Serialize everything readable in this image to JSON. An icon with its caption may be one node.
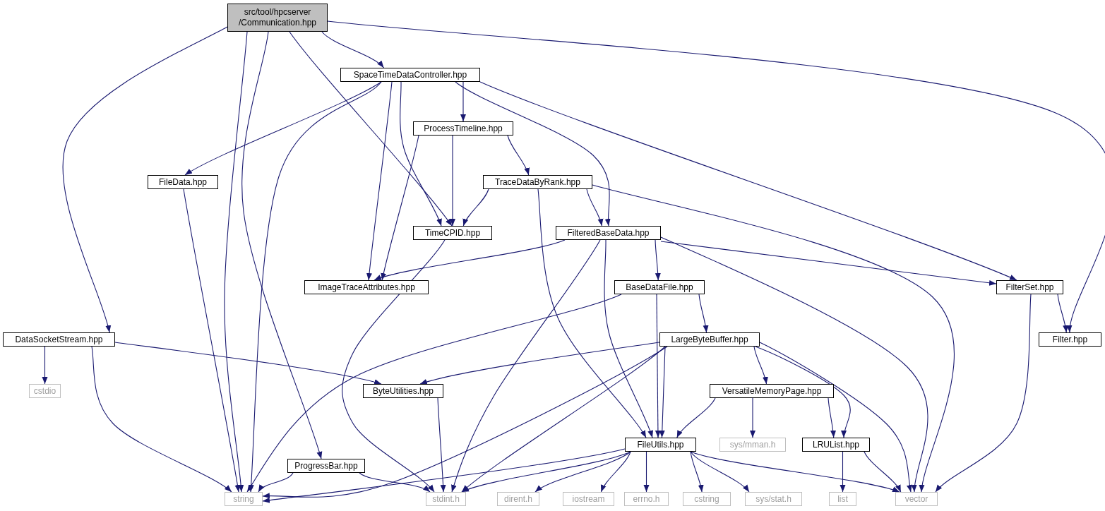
{
  "diagram": {
    "nodes": [
      {
        "text": [
          "src/tool/hpcserver /Communication.hpp"
        ]
      },
      {
        "text": [
          "SpaceTimeDataController.hpp"
        ]
      },
      {
        "text": [
          "DataSocketStream.hpp"
        ]
      },
      {
        "text": [
          "string"
        ]
      },
      {
        "text": [
          "ProgressBar.hpp"
        ]
      },
      {
        "text": [
          "TimeCPID.hpp"
        ]
      },
      {
        "text": [
          "Filter.hpp"
        ]
      },
      {
        "text": [
          "FileData.hpp"
        ]
      },
      {
        "text": [
          "ImageTraceAttributes.hpp"
        ]
      },
      {
        "text": [
          "ProcessTimeline.hpp"
        ]
      },
      {
        "text": [
          "FilteredBaseData.hpp"
        ]
      },
      {
        "text": [
          "FilterSet.hpp"
        ]
      },
      {
        "text": [
          "TraceDataByRank.hpp"
        ]
      },
      {
        "text": [
          "FileUtils.hpp"
        ]
      },
      {
        "text": [
          "BaseDataFile.hpp"
        ]
      },
      {
        "text": [
          "stdint.h"
        ]
      },
      {
        "text": [
          "vector"
        ]
      },
      {
        "text": [
          "LargeByteBuffer.hpp"
        ]
      },
      {
        "text": [
          "cstdio"
        ]
      },
      {
        "text": [
          "ByteUtilities.hpp"
        ]
      },
      {
        "text": [
          "VersatileMemoryPage.hpp"
        ]
      },
      {
        "text": [
          "sys/mman.h"
        ]
      },
      {
        "text": [
          "LRUList.hpp"
        ]
      },
      {
        "text": [
          "dirent.h"
        ]
      },
      {
        "text": [
          "iostream"
        ]
      },
      {
        "text": [
          "errno.h"
        ]
      },
      {
        "text": [
          "cstring"
        ]
      },
      {
        "text": [
          "sys/stat.h"
        ]
      },
      {
        "text": [
          "list"
        ]
      }
    ],
    "edges": [
      {
        "from": 0,
        "to": 1,
        "arrow": "to"
      },
      {
        "from": 0,
        "to": 2,
        "arrow": "to"
      },
      {
        "from": 0,
        "to": 3,
        "arrow": "to"
      },
      {
        "from": 0,
        "to": 4,
        "arrow": "to"
      },
      {
        "from": 0,
        "to": 5,
        "arrow": "to"
      },
      {
        "from": 0,
        "to": 6,
        "arrow": "to"
      },
      {
        "from": 1,
        "to": 7,
        "arrow": "to"
      },
      {
        "from": 1,
        "to": 8,
        "arrow": "to"
      },
      {
        "from": 1,
        "to": 9,
        "arrow": "to"
      },
      {
        "from": 1,
        "to": 5,
        "arrow": "to"
      },
      {
        "from": 1,
        "to": 10,
        "arrow": "to"
      },
      {
        "from": 1,
        "to": 11,
        "arrow": "to"
      },
      {
        "from": 1,
        "to": 3,
        "arrow": "to"
      },
      {
        "from": 9,
        "to": 12,
        "arrow": "to"
      },
      {
        "from": 9,
        "to": 5,
        "arrow": "to"
      },
      {
        "from": 9,
        "to": 8,
        "arrow": "to"
      },
      {
        "from": 12,
        "to": 5,
        "arrow": "to"
      },
      {
        "from": 12,
        "to": 10,
        "arrow": "to"
      },
      {
        "from": 12,
        "to": 13,
        "arrow": "to"
      },
      {
        "from": 12,
        "to": 16,
        "arrow": "to"
      },
      {
        "from": 7,
        "to": 3,
        "arrow": "to"
      },
      {
        "from": 5,
        "to": 15,
        "arrow": "to"
      },
      {
        "from": 10,
        "to": 8,
        "arrow": "to"
      },
      {
        "from": 10,
        "to": 14,
        "arrow": "to"
      },
      {
        "from": 10,
        "to": 13,
        "arrow": "to"
      },
      {
        "from": 10,
        "to": 15,
        "arrow": "to"
      },
      {
        "from": 10,
        "to": 11,
        "arrow": "to"
      },
      {
        "from": 10,
        "to": 16,
        "arrow": "to"
      },
      {
        "from": 11,
        "to": 6,
        "arrow": "to"
      },
      {
        "from": 11,
        "to": 16,
        "arrow": "to"
      },
      {
        "from": 14,
        "to": 3,
        "arrow": "to"
      },
      {
        "from": 14,
        "to": 13,
        "arrow": "to"
      },
      {
        "from": 14,
        "to": 17,
        "arrow": "to"
      },
      {
        "from": 2,
        "to": 18,
        "arrow": "to"
      },
      {
        "from": 2,
        "to": 19,
        "arrow": "to"
      },
      {
        "from": 2,
        "to": 3,
        "arrow": "to"
      },
      {
        "from": 17,
        "to": 19,
        "arrow": "to"
      },
      {
        "from": 17,
        "to": 3,
        "arrow": "to"
      },
      {
        "from": 17,
        "to": 15,
        "arrow": "to"
      },
      {
        "from": 17,
        "to": 13,
        "arrow": "to"
      },
      {
        "from": 17,
        "to": 20,
        "arrow": "to"
      },
      {
        "from": 17,
        "to": 22,
        "arrow": "to"
      },
      {
        "from": 17,
        "to": 16,
        "arrow": "to"
      },
      {
        "from": 20,
        "to": 13,
        "arrow": "to"
      },
      {
        "from": 20,
        "to": 21,
        "arrow": "to"
      },
      {
        "from": 20,
        "to": 22,
        "arrow": "to"
      },
      {
        "from": 22,
        "to": 28,
        "arrow": "to"
      },
      {
        "from": 22,
        "to": 16,
        "arrow": "to"
      },
      {
        "from": 19,
        "to": 15,
        "arrow": "to"
      },
      {
        "from": 4,
        "to": 3,
        "arrow": "to"
      },
      {
        "from": 4,
        "to": 15,
        "arrow": "to"
      },
      {
        "from": 13,
        "to": 3,
        "arrow": "to"
      },
      {
        "from": 13,
        "to": 15,
        "arrow": "to"
      },
      {
        "from": 13,
        "to": 23,
        "arrow": "to"
      },
      {
        "from": 13,
        "to": 24,
        "arrow": "to"
      },
      {
        "from": 13,
        "to": 25,
        "arrow": "to"
      },
      {
        "from": 13,
        "to": 26,
        "arrow": "to"
      },
      {
        "from": 13,
        "to": 27,
        "arrow": "to"
      },
      {
        "from": 13,
        "to": 16,
        "arrow": "to"
      }
    ]
  }
}
